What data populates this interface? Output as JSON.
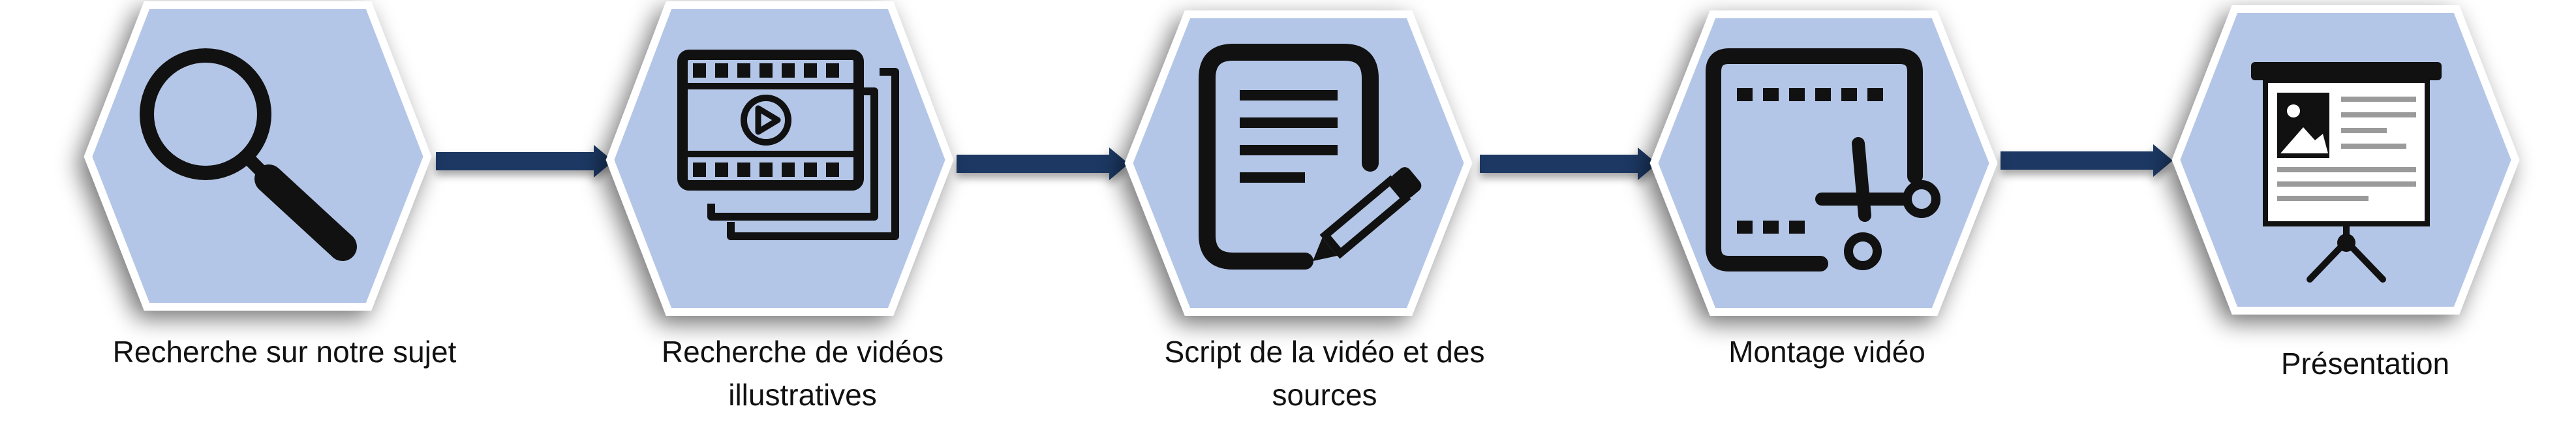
{
  "colors": {
    "hex_fill": "#b4c6e7",
    "hex_edge": "#ffffff",
    "arrow": "#1f3864",
    "icon": "#111111",
    "label": "#111111"
  },
  "steps": [
    {
      "label": "Recherche sur notre sujet",
      "icon": "magnifier-icon"
    },
    {
      "label": "Recherche de vidéos illustratives",
      "icon": "video-stack-icon"
    },
    {
      "label": "Script de la vidéo et des sources",
      "icon": "document-edit-icon"
    },
    {
      "label": "Montage vidéo",
      "icon": "film-cut-icon"
    },
    {
      "label": "Présentation",
      "icon": "presentation-board-icon"
    }
  ],
  "connectors": 4
}
